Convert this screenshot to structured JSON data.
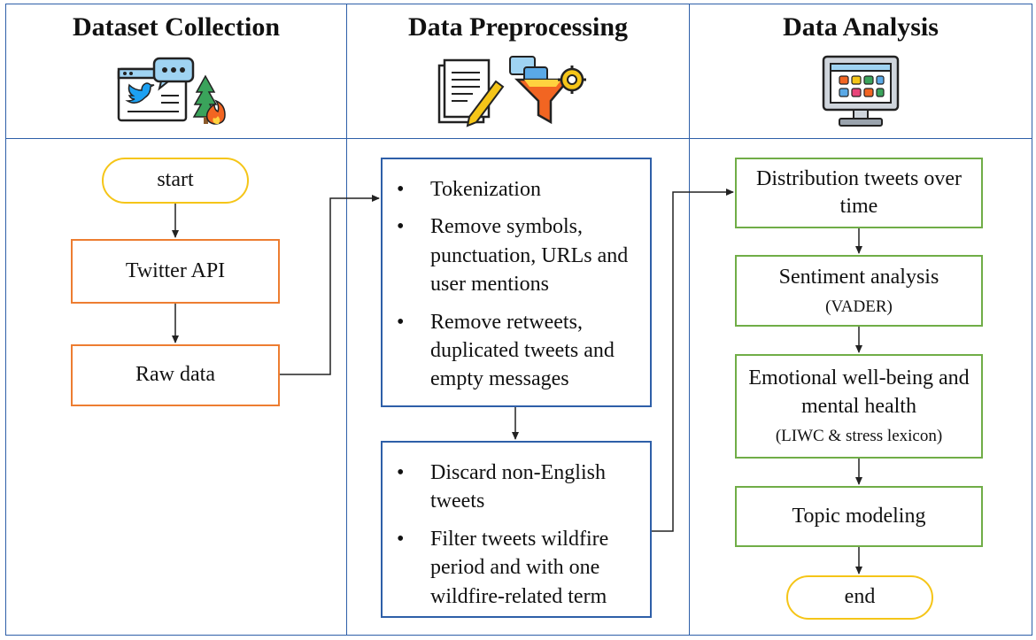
{
  "columns": [
    {
      "title": "Dataset Collection"
    },
    {
      "title": "Data Preprocessing"
    },
    {
      "title": "Data Analysis"
    }
  ],
  "icons": {
    "col1": "twitter-wildfire-icon",
    "col2": "documents-filter-icon",
    "col3": "monitor-dashboard-icon"
  },
  "collection": {
    "start": "start",
    "steps": [
      "Twitter API",
      "Raw data"
    ]
  },
  "preprocessing": {
    "box1": [
      "Tokenization",
      "Remove symbols, punctuation, URLs and user mentions",
      "Remove retweets, duplicated tweets and empty messages"
    ],
    "box2": [
      "Discard non-English tweets",
      "Filter tweets wildfire period and with one wildfire-related term"
    ]
  },
  "analysis": {
    "steps": [
      {
        "label": "Distribution tweets over time",
        "sub": ""
      },
      {
        "label": "Sentiment analysis",
        "sub": "(VADER)"
      },
      {
        "label": "Emotional well-being and mental health",
        "sub": "(LIWC & stress lexicon)"
      },
      {
        "label": "Topic modeling",
        "sub": ""
      }
    ],
    "end": "end"
  },
  "colors": {
    "frame": "#2e5fa8",
    "collection_box": "#ed7d31",
    "analysis_box": "#70ad47",
    "terminal": "#f5c518"
  }
}
